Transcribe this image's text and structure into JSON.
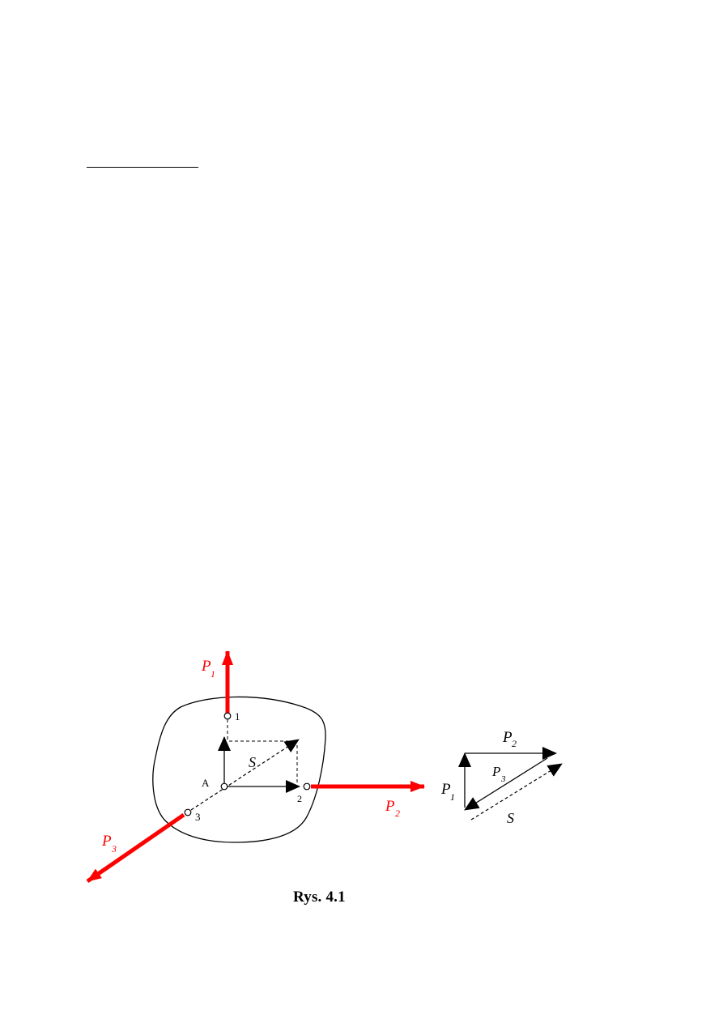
{
  "figure": {
    "caption": "Rys. 4.1",
    "colors": {
      "force": "#ff0000",
      "line": "#000000"
    },
    "body_labels": {
      "point_1": "1",
      "point_2": "2",
      "point_3": "3",
      "point_A": "A",
      "resultant": "S"
    },
    "force_labels": {
      "p1_main": "P",
      "p1_sub": "1",
      "p2_main": "P",
      "p2_sub": "2",
      "p3_main": "P",
      "p3_sub": "3"
    },
    "triangle_labels": {
      "p1_main": "P",
      "p1_sub": "1",
      "p2_main": "P",
      "p2_sub": "2",
      "p3_main": "P",
      "p3_sub": "3",
      "resultant": "S"
    }
  }
}
